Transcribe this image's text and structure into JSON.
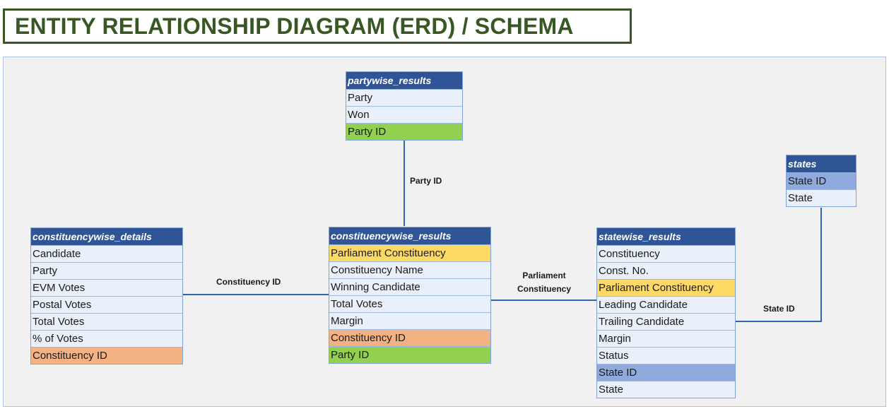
{
  "title": "ENTITY RELATIONSHIP DIAGRAM (ERD) / SCHEMA",
  "colors": {
    "header": "#2f5597",
    "title_border": "#385723",
    "key_parliament": "#ffd966",
    "key_constituency": "#f4b183",
    "key_party": "#92d050",
    "key_state": "#8faadc"
  },
  "tables": {
    "partywise": {
      "name": "partywise_results",
      "fields": [
        "Party",
        "Won",
        "Party ID"
      ]
    },
    "states": {
      "name": "states",
      "fields": [
        "State ID",
        "State"
      ]
    },
    "cw_details": {
      "name": "constituencywise_details",
      "fields": [
        "Candidate",
        "Party",
        "EVM Votes",
        "Postal Votes",
        "Total Votes",
        "% of Votes",
        "Constituency ID"
      ]
    },
    "cw_results": {
      "name": "constituencywise_results",
      "fields": [
        "Parliament Constituency",
        "Constituency Name",
        "Winning Candidate",
        "Total Votes",
        "Margin",
        "Constituency ID",
        "Party ID"
      ]
    },
    "statewise": {
      "name": "statewise_results",
      "fields": [
        "Constituency",
        "Const. No.",
        "Parliament Constituency",
        "Leading Candidate",
        "Trailing Candidate",
        "Margin",
        "Status",
        "State ID",
        "State"
      ]
    }
  },
  "relationships": {
    "party": "Party ID",
    "constituency": "Constituency ID",
    "parliament_line1": "Parliament",
    "parliament_line2": "Constituency",
    "state": "State ID"
  }
}
